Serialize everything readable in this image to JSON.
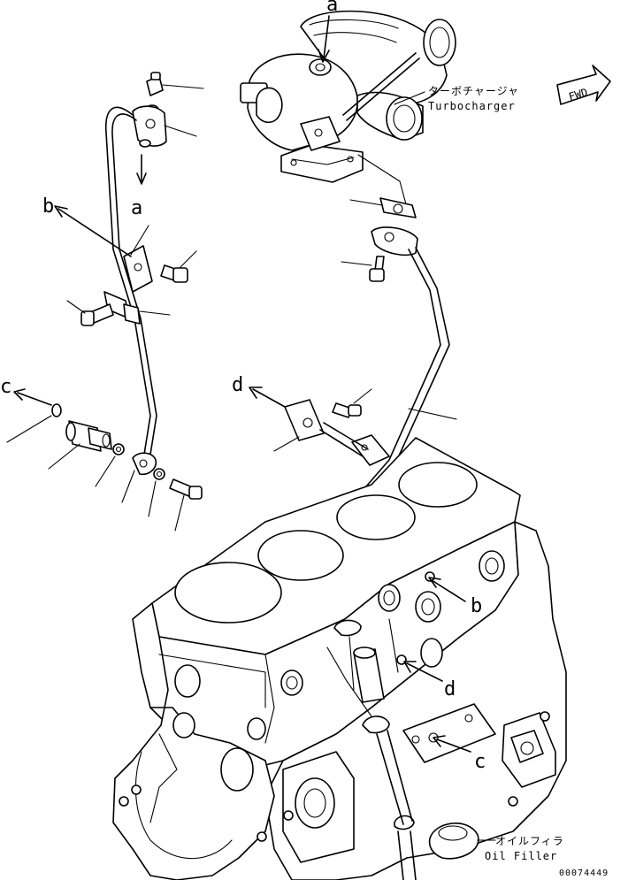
{
  "callouts": {
    "a_top": "a",
    "a_side": "a",
    "b_left": "b",
    "b_right": "b",
    "c_left": "c",
    "c_right": "c",
    "d_left": "d",
    "d_right": "d"
  },
  "captions": {
    "turbo_jp": "ターボチャージャ",
    "turbo_en": "Turbocharger",
    "filler_jp": "オイルフィラ",
    "filler_en": "Oil Filler"
  },
  "fwd_badge": "FWD",
  "drawing_code": "00074449"
}
